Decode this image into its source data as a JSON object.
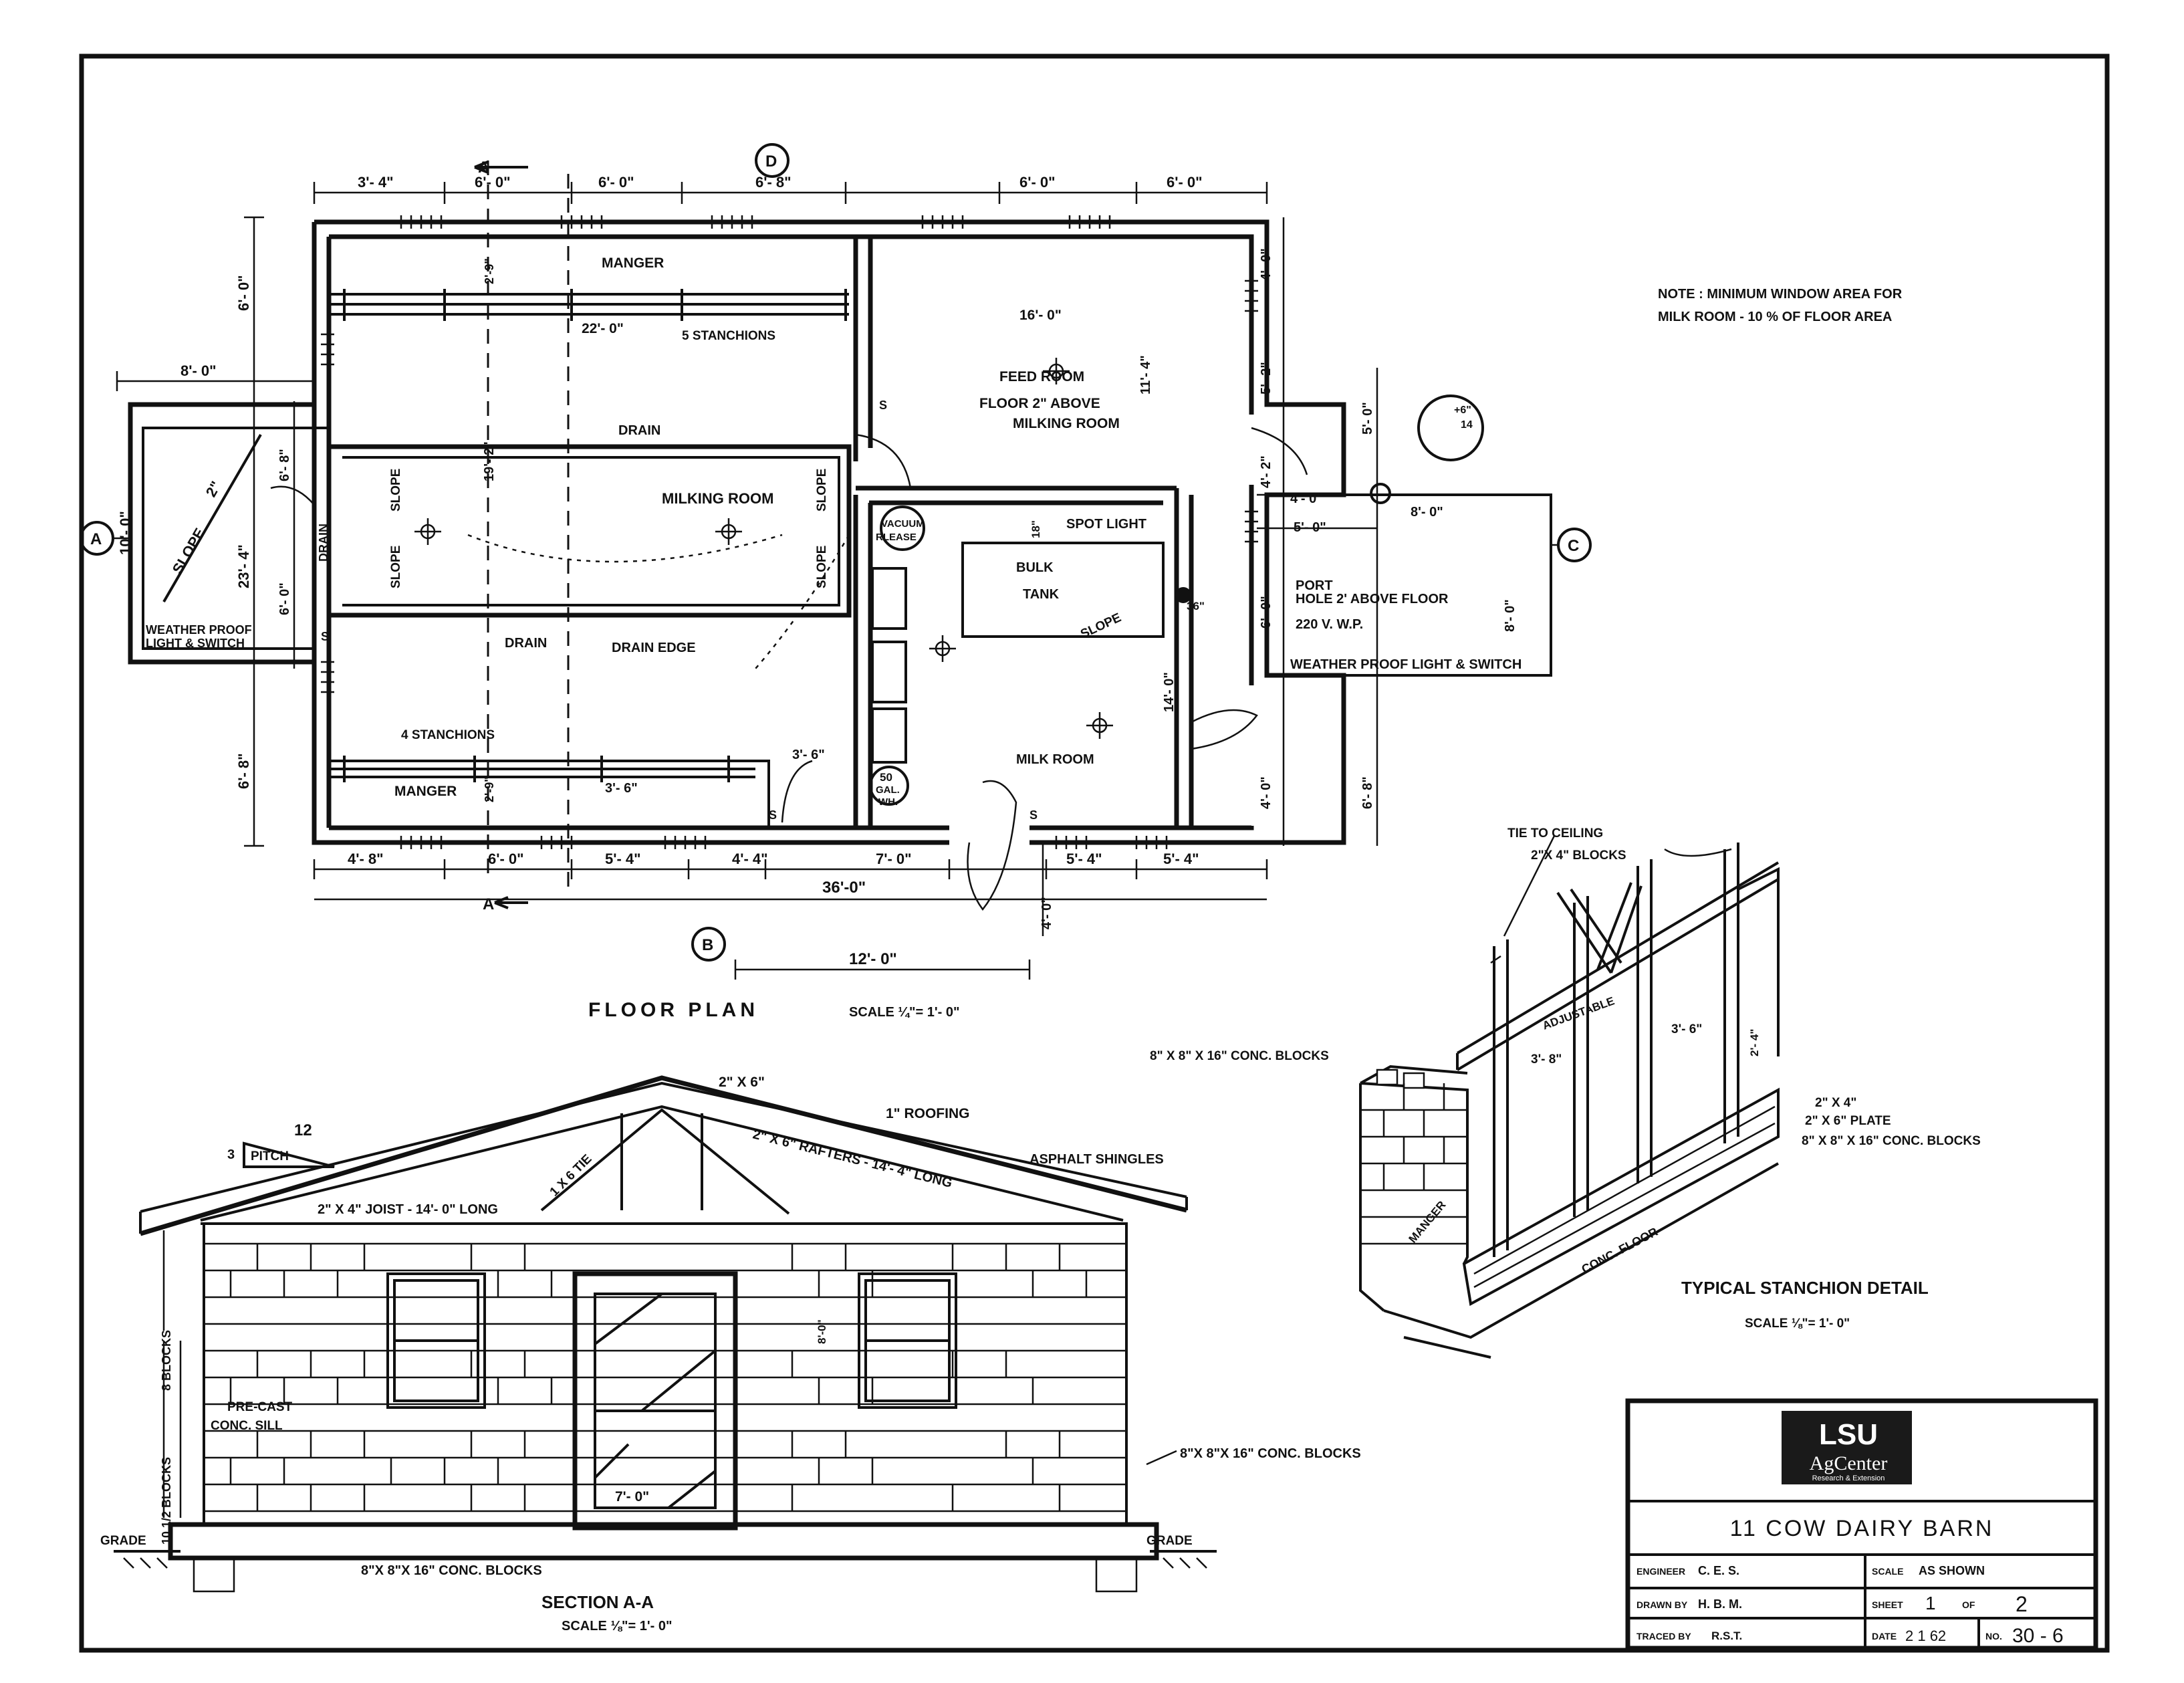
{
  "floor_plan": {
    "title": "FLOOR PLAN",
    "scale": "SCALE ¼\"= 1'- 0\"",
    "section_markers": {
      "a": "A",
      "b": "B",
      "c": "C",
      "d": "D"
    },
    "top_dims": [
      "3'- 4\"",
      "6'- 0\"",
      "6'- 0\"",
      "6'- 8\"",
      "6'- 0\"",
      "6'- 0\""
    ],
    "bottom_dims": [
      "4'- 8\"",
      "6'- 0\"",
      "5'- 4\"",
      "4'- 4\"",
      "7'- 0\"",
      "5'- 4\"",
      "5'- 4\""
    ],
    "overall": "36'-0\"",
    "porch_width": "12'- 0\"",
    "porch_depth": "4'- 0\"",
    "left_dims": [
      "6'- 0\"",
      "23'- 4\"",
      "6'- 8\""
    ],
    "left_inner": [
      "6'- 8\"",
      "6'- 0\""
    ],
    "shed_width": "8'- 0\"",
    "shed_depth": "10'- 0\"",
    "slope_shed": "SLOPE",
    "slope_shed_val": "2\"",
    "right_dims": [
      "4'- 0\"",
      "5'- 2\"",
      "4'- 2\"",
      "6'- 0\"",
      "4'- 0\""
    ],
    "right_outer": [
      "5'- 0\"",
      "6'- 8\""
    ],
    "right_porch": [
      "4'- 0\"",
      "5'- 0\"",
      "8'- 0\"",
      "8'- 0\""
    ],
    "labels": {
      "manger_top": "MANGER",
      "manger_bottom": "MANGER",
      "stanchions_top": "5 STANCHIONS",
      "stanchions_bottom": "4 STANCHIONS",
      "stall_top": "22'- 0\"",
      "drain_top": "DRAIN",
      "drain_bottom": "DRAIN",
      "drain_edge": "DRAIN    EDGE",
      "milking_room": "MILKING ROOM",
      "slope_left1": "SLOPE",
      "slope_left2": "SLOPE",
      "slope_right1": "SLOPE",
      "slope_right2": "SLOPE",
      "drain_side": "DRAIN",
      "width_19": "19'- 2\"",
      "manger_dim_top": "2'-9\"",
      "manger_dim_bottom": "2'-9\"",
      "gate1": "3'- 6\"",
      "gate2": "3'- 6\"",
      "feed_room": "FEED  ROOM",
      "feed_floor": "FLOOR  2\"   ABOVE",
      "feed_floor2": "MILKING  ROOM",
      "feed_width": "16'- 0\"",
      "feed_depth": "11'- 4\"",
      "vacuum": "VACUUM",
      "release": "RLEASE",
      "spot_light": "SPOT LIGHT",
      "bulk": "BULK",
      "tank": "TANK",
      "slope_milk": "SLOPE",
      "dim_18": "18\"",
      "dim_36": "36\"",
      "milk_room": "MILK ROOM",
      "milk_depth": "14'- 0\"",
      "wh1": "50",
      "wh2": "GAL.",
      "wh3": "WH.",
      "port": "PORT",
      "port_hole": "HOLE 2' ABOVE FLOOR",
      "voltage": "220 V.  W.P.",
      "weather_right": "WEATHER PROOF LIGHT & SWITCH",
      "weather_left1": "WEATHER PROOF",
      "weather_left2": "LIGHT & SWITCH",
      "switch_s": "S",
      "step_val1": "+6\"",
      "step_val2": "14"
    }
  },
  "note": {
    "line1": "NOTE :  MINIMUM  WINDOW  AREA FOR",
    "line2": "MILK  ROOM  - 10 %  OF FLOOR AREA"
  },
  "section": {
    "title": "SECTION  A-A",
    "scale": "SCALE  ⅛\"= 1'- 0\"",
    "pitch_num": "12",
    "pitch_den": "3",
    "pitch_label": "PITCH",
    "ridge": "2\" X 6\"",
    "roofing": "1\" ROOFING",
    "rafters": "2\" X 6\" RAFTERS - 14'- 4\" LONG",
    "asphalt": "ASPHALT  SHINGLES",
    "collar": "1 X 6 TIE",
    "joist": "2\" X 4\" JOIST - 14'- 0\" LONG",
    "blocks_upper": "8 BLOCKS",
    "blocks_lower": "10 1/2 BLOCKS",
    "sill1": "PRE-CAST",
    "sill2": "CONC. SILL",
    "door_width": "7'- 0\"",
    "door_ht": "8'-0\"",
    "grade_left": "GRADE",
    "grade_right": "GRADE",
    "blocks_bottom": "8\"X 8\"X 16\" CONC. BLOCKS",
    "blocks_right": "8\"X 8\"X 16\" CONC. BLOCKS"
  },
  "stanchion": {
    "title": "TYPICAL  STANCHION  DETAIL",
    "scale": "SCALE  ⅛\"= 1'- 0\"",
    "tie": "TIE  TO  CEILING",
    "blocks_2x4": "2\"X 4\" BLOCKS",
    "conc_blocks_left": "8\" X 8\" X 16\" CONC. BLOCKS",
    "plate_2x4": "2\" X 4\"",
    "plate_2x6": "2\" X 6\" PLATE",
    "conc_blocks_right": "8\" X 8\" X 16\" CONC. BLOCKS",
    "adjustable": "ADJUSTABLE",
    "dim1": "3'- 6\"",
    "dim2": "3'- 8\"",
    "dim3": "2'- 4\"",
    "manger": "MANGER",
    "floor": "CONC. FLOOR"
  },
  "title_block": {
    "logo_top": "LSU",
    "logo_bottom": "AgCenter",
    "logo_sub": "Research & Extension",
    "title": "11  COW  DAIRY  BARN",
    "engineer_label": "ENGINEER",
    "engineer": "C. E. S.",
    "scale_label": "SCALE",
    "scale": "AS  SHOWN",
    "drawn_label": "DRAWN BY",
    "drawn": "H. B. M.",
    "sheet_label": "SHEET",
    "sheet": "1",
    "of_label": "OF",
    "of": "2",
    "traced_label": "TRACED BY",
    "traced": "R.S.T.",
    "date_label": "DATE",
    "date": "2  1  62",
    "no_label": "NO.",
    "no": "30 - 6"
  }
}
